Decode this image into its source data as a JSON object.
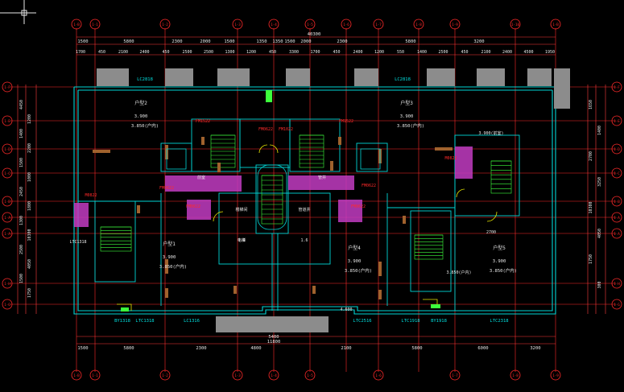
{
  "canvas": {
    "background": "#000000"
  },
  "colors": {
    "axis": "#ff2a2a",
    "wall": "#00d5d5",
    "dim": "#ff3b3b",
    "text_white": "#e8e8e8",
    "window_gray": "#8c8c8c",
    "stair_green": "#3cff3c",
    "door_yellow": "#e6e600",
    "hatch_magenta": "#c23cc2",
    "column_brown": "#a0622d",
    "label_cyan": "#00e0e0"
  },
  "crosshair_icon": "crosshair-icon",
  "axis_labels_top": [
    "1-B",
    "1-1",
    "1-2",
    "1-3",
    "1-4",
    "1-5",
    "1-6",
    "1-7",
    "1-8",
    "1-9",
    "1-10",
    "1-B"
  ],
  "axis_labels_bottom": [
    "1-B",
    "1-1",
    "1-2",
    "1-3",
    "1-4",
    "1-5",
    "1-6",
    "1-7",
    "1-8",
    "1-9"
  ],
  "axis_labels_left": [
    "1-F",
    "1-E",
    "1-D",
    "1-C",
    "1-B",
    "1-A",
    "1-A",
    "1-H",
    "1-G"
  ],
  "axis_labels_right": [
    "1-F",
    "1-E",
    "1-D",
    "1-C",
    "1-B",
    "1-A",
    "1-A",
    "1-H",
    "1-G"
  ],
  "dims_top_row1": [
    "1500",
    "5800",
    "2300",
    "2000",
    "1500",
    "1350",
    "1350",
    "1500",
    "2000",
    "2300",
    "5800",
    "3200"
  ],
  "dims_top_row2": [
    "1700",
    "450",
    "2100",
    "2400",
    "450",
    "2500",
    "2500",
    "1300",
    "1200",
    "450",
    "3300",
    "1700",
    "450",
    "2400",
    "1200",
    "550",
    "1400",
    "2500",
    "450",
    "2100",
    "2400",
    "4500",
    "1950"
  ],
  "dims_top_total": "40300",
  "dims_bottom_row": [
    "1500",
    "5800",
    "2300",
    "4800",
    "2100",
    "5800",
    "6000",
    "3200"
  ],
  "dims_bottom_extra": [
    "5400",
    "11800"
  ],
  "dims_left": [
    "4450",
    "1200",
    "1400",
    "2200",
    "1500",
    "1000",
    "2450",
    "1800",
    "1300",
    "10300",
    "2500",
    "4050",
    "1500",
    "1750"
  ],
  "dims_right": [
    "1650",
    "1400",
    "2700",
    "3250",
    "10300",
    "4050",
    "1750",
    "300"
  ],
  "window_labels_top": [
    "LC2818",
    "LC2818"
  ],
  "window_labels_bottom": [
    "BY1318",
    "LTC1318",
    "LC1316",
    "LTC2516",
    "LTC1918",
    "BY1918",
    "LTC2318"
  ],
  "door_labels": [
    "FM1522",
    "FM1522",
    "FM0622",
    "FM1022",
    "FM0622",
    "FM0622",
    "FM0622",
    "FM0622",
    "M0822",
    "M0822"
  ],
  "rooms": [
    {
      "name": "户型2",
      "area": "3.900",
      "level": "3.850(户内)"
    },
    {
      "name": "户型3",
      "area": "3.900",
      "level": "3.850(户内)"
    },
    {
      "name": "户型1",
      "area": "3.900",
      "level": "3.850(户内)"
    },
    {
      "name": "户型4",
      "area": "3.900",
      "level": "3.850(户内)"
    },
    {
      "name": "户型5",
      "area": "3.900",
      "level": "3.850(户内)"
    }
  ],
  "misc_labels": [
    "3.900(前室)",
    "前室",
    "管井",
    "楼梯间",
    "管道井",
    "电梯",
    "3.850(户内)",
    "1.6",
    "1.6",
    "LTC1318",
    "4.600",
    "2700"
  ]
}
